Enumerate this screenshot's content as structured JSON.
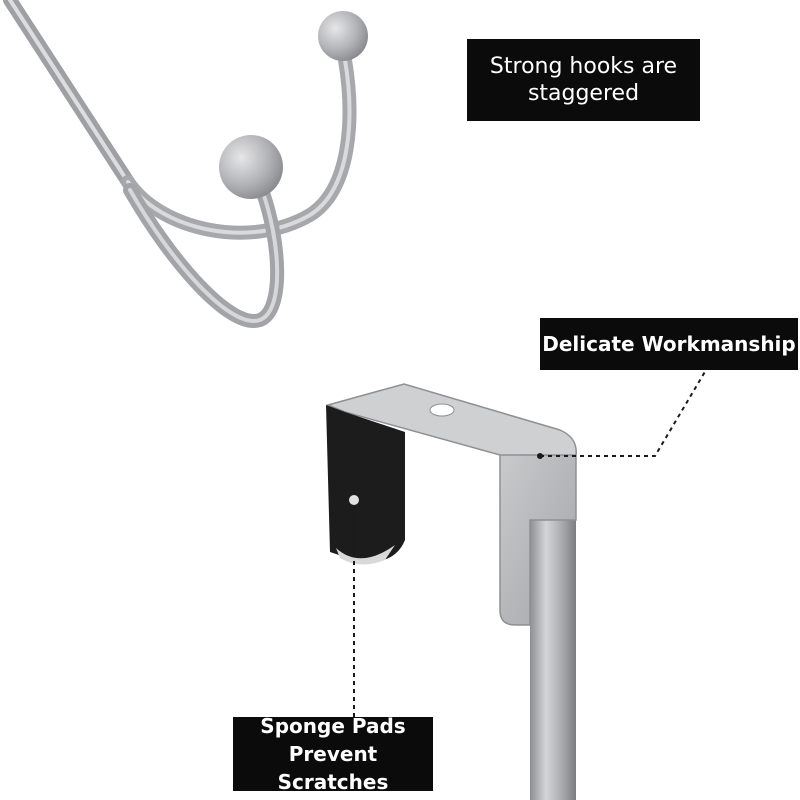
{
  "labels": {
    "hooks": "Strong hooks are\nstaggered",
    "workmanship": "Delicate Workmanship",
    "sponge": "Sponge Pads\nPrevent Scratches"
  },
  "colors": {
    "background": "#ffffff",
    "label_bg": "#0b0b0b",
    "label_text": "#ffffff",
    "metal": "#b8b8ba",
    "sponge": "#1c1c1c"
  }
}
